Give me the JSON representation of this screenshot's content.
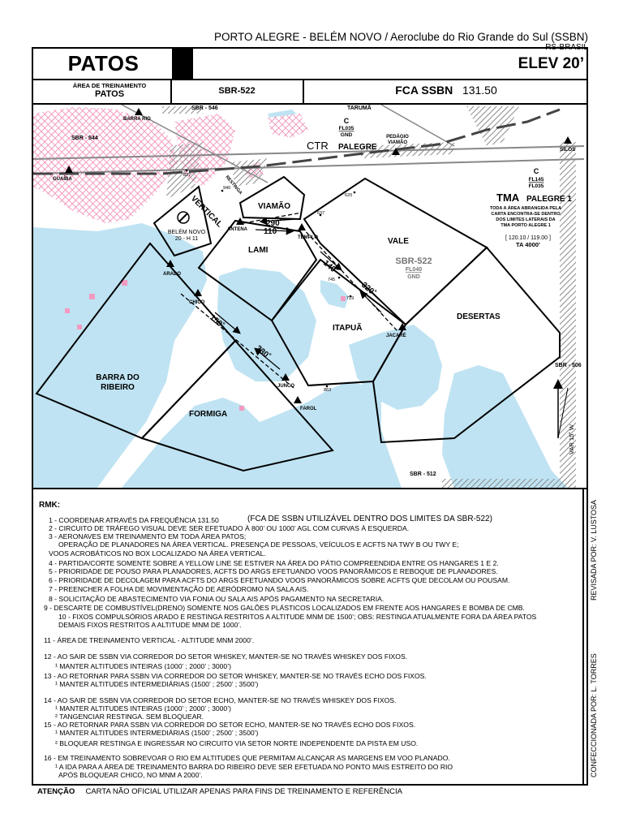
{
  "header": {
    "location_line": "PORTO ALEGRE - BELÉM NOVO / Aeroclube do Rio Grande do Sul (SSBN)",
    "region": "RS-BRASIL",
    "chart_title": "PATOS",
    "elevation": "ELEV 20’"
  },
  "info_row": {
    "area_label": "ÁREA DE TREINAMENTO",
    "area_name": "PATOS",
    "sbr": "SBR-522",
    "fca_label": "FCA SSBN",
    "fca_freq": "131.50"
  },
  "map": {
    "colors": {
      "water": "#bfe3f2",
      "urban": "#f5a9c8",
      "hatch": "#9a9a9a"
    },
    "labels": {
      "sbr546": "SBR - 546",
      "sbr544": "SBR - 544",
      "sbr506": "SBR - 506",
      "sbr512": "SBR - 512",
      "barra_rio": "BARRA RIO",
      "guaiba": "GUAÍBA",
      "restinga": "RESTINGA",
      "taruma": "TARUMÃ",
      "pedagio": "PEDÁGIO",
      "viamao_fix": "VIAMÃO",
      "silos": "SILOS",
      "ctr": "CTR",
      "ctr_name": "PALEGRE",
      "c1": "C",
      "c1_top": "FL035",
      "c1_bot": "GND",
      "c2": "C",
      "c2_top": "FL145",
      "c2_bot": "FL035",
      "tma": "TMA",
      "tma_name": "PALEGRE 1",
      "tma_note1": "TODA A ÁREA ABRANGIDA PELA",
      "tma_note2": "CARTA ENCONTRA-SE DENTRO",
      "tma_note3": "DOS LIMITES LATERAIS DA",
      "tma_note4": "TMA PORTO ALEGRE 1",
      "tma_freqs": "[ 120.10 / 119.00 ]",
      "ta": "TA 4000’",
      "vertical": "VERTICAL",
      "belem1": "BELÉM NOVO",
      "belem2": "20 - H 11",
      "antena": "ANTENA",
      "templo": "TEMPLO",
      "arado": "ARADO",
      "chico": "CHICO",
      "junco": "JUNCO",
      "farol": "FAROL",
      "jacare": "JACARÉ",
      "viamao": "VIAMÃO",
      "lami": "LAMI",
      "vale": "VALE",
      "itapua": "ITAPUÃ",
      "desertas": "DESERTAS",
      "barra1": "BARRA DO",
      "barra2": "RIBEIRO",
      "formiga": "FORMIGA",
      "sbr522": "SBR-522",
      "sbr522_top": "FL040",
      "sbr522_bot": "GND",
      "hdg290": "290˚",
      "hdg110": "110˚",
      "hdg140": "140˚",
      "hdg320": "320˚",
      "hdg150": "150˚",
      "hdg330": "330˚",
      "var": "VAR 15˚ W",
      "e827": "827",
      "e940": "940",
      "e620": "620",
      "e637": "637",
      "e745": "745",
      "e719": "719",
      "e863": "863"
    }
  },
  "rmk": {
    "title": "RMK:",
    "lines": [
      "1 - COORDENAR ATRAVÉS DA FREQUÊNCIA 131.50",
      "2 - CIRCUITO DE TRÁFEGO VISUAL DEVE SER EFETUADO À 800’ OU 1000’ AGL COM CURVAS À ESQUERDA.",
      "3 - AERONAVES EM TREINAMENTO EM TODA ÁREA PATOS;",
      "OPERAÇÃO DE PLANADORES NA ÁREA VERTICAL. PRESENÇA DE PESSOAS, VEÍCULOS E ACFTS NA TWY B OU TWY E;",
      "VOOS ACROBÁTICOS NO BOX LOCALIZADO NA ÁREA VERTICAL.",
      "4 - PARTIDA/CORTE SOMENTE SOBRE A YELLOW LINE SE ESTIVER NA ÁREA DO PÁTIO COMPREENDIDA ENTRE OS  HANGARES 1 E 2.",
      "5 - PRIORIDADE DE POUSO PARA PLANADORES, ACFTS DO ARGS EFETUANDO VOOS PANORÂMICOS E REBOQUE DE PLANADORES.",
      "6 - PRIORIDADE DE DECOLAGEM PARA ACFTS DO ARGS EFETUANDO VOOS PANORÂMICOS SOBRE ACFTS QUE DECOLAM OU POUSAM.",
      "7 - PREENCHER A FOLHA DE MOVIMENTAÇÃO DE AERÓDROMO NA SALA AIS.",
      "8 - SOLICITAÇÃO DE ABASTECIMENTO VIA FONIA OU SALA AIS APÓS PAGAMENTO NA SECRETARIA.",
      "9 - DESCARTE DE COMBUSTÍVEL(DRENO) SOMENTE NOS GALÕES PLÁSTICOS LOCALIZADOS EM FRENTE AOS HANGARES E BOMBA DE CMB.",
      "10 - FIXOS COMPULSÓRIOS ARADO E RESTINGA RESTRITOS A ALTITUDE MNM DE 1500’;  OBS: RESTINGA ATUALMENTE FORA DA ÁREA PATOS",
      "DEMAIS FIXOS RESTRITOS A ALTITUDE MNM DE 1000’.",
      "11 - ÁREA DE TREINAMENTO VERTICAL - ALTITUDE MNM 2000’.",
      "12 - AO SAIR DE SSBN VIA CORREDOR DO SETOR WHISKEY, MANTER-SE NO TRAVÉS WHISKEY DOS FIXOS.",
      "¹ MANTER ALTITUDES INTEIRAS (1000’ ; 2000’ ; 3000’)",
      "13 - AO RETORNAR PARA SSBN VIA CORREDOR DO SETOR WHISKEY, MANTER-SE NO TRAVÉS ECHO DOS FIXOS.",
      "¹ MANTER ALTITUDES INTERMEDIÁRIAS (1500’ ; 2500’ ; 3500’)",
      "14 - AO SAIR DE SSBN VIA CORREDOR DO SETOR ECHO, MANTER-SE NO TRAVÉS WHISKEY DOS FIXOS.",
      "¹ MANTER ALTITUDES INTEIRAS (1000’ ; 2000’ ; 3000’)",
      "² TANGENCIAR RESTINGA. SEM BLOQUEAR.",
      "15 - AO RETORNAR PARA SSBN VIA CORREDOR DO SETOR ECHO, MANTER-SE NO TRAVÉS ECHO DOS FIXOS.",
      "¹ MANTER ALTITUDES INTERMEDIÁRIAS (1500’ ; 2500’ ; 3500’)",
      "² BLOQUEAR RESTINGA E INGRESSAR NO CIRCUITO VIA SETOR NORTE INDEPENDENTE DA PISTA EM USO.",
      "16 - EM TREINAMENTO SOBREVOAR O RIO EM ALTITUDES QUE PERMITAM ALCANÇAR AS MARGENS EM VOO PLANADO.",
      "¹ A IDA PARA A ÁREA DE TREINAMENTO BARRA DO RIBEIRO DEVE SER EFETUADA NO PONTO MAIS ESTREITO DO RIO",
      "APÓS BLOQUEAR CHICO, NO MNM A 2000’."
    ],
    "line1_extra": "(FCA DE SSBN UTILIZÁVEL DENTRO DOS LIMITES DA SBR-522)"
  },
  "side": {
    "revisada": "REVISADA POR: V. LUSTOSA",
    "confeccionada": "CONFECCIONADA POR:  L. TORRES"
  },
  "footer": {
    "attention": "ATENÇÃO",
    "text": "CARTA NÃO OFICIAL      UTILIZAR APENAS PARA FINS DE TREINAMENTO E REFERÊNCIA"
  }
}
